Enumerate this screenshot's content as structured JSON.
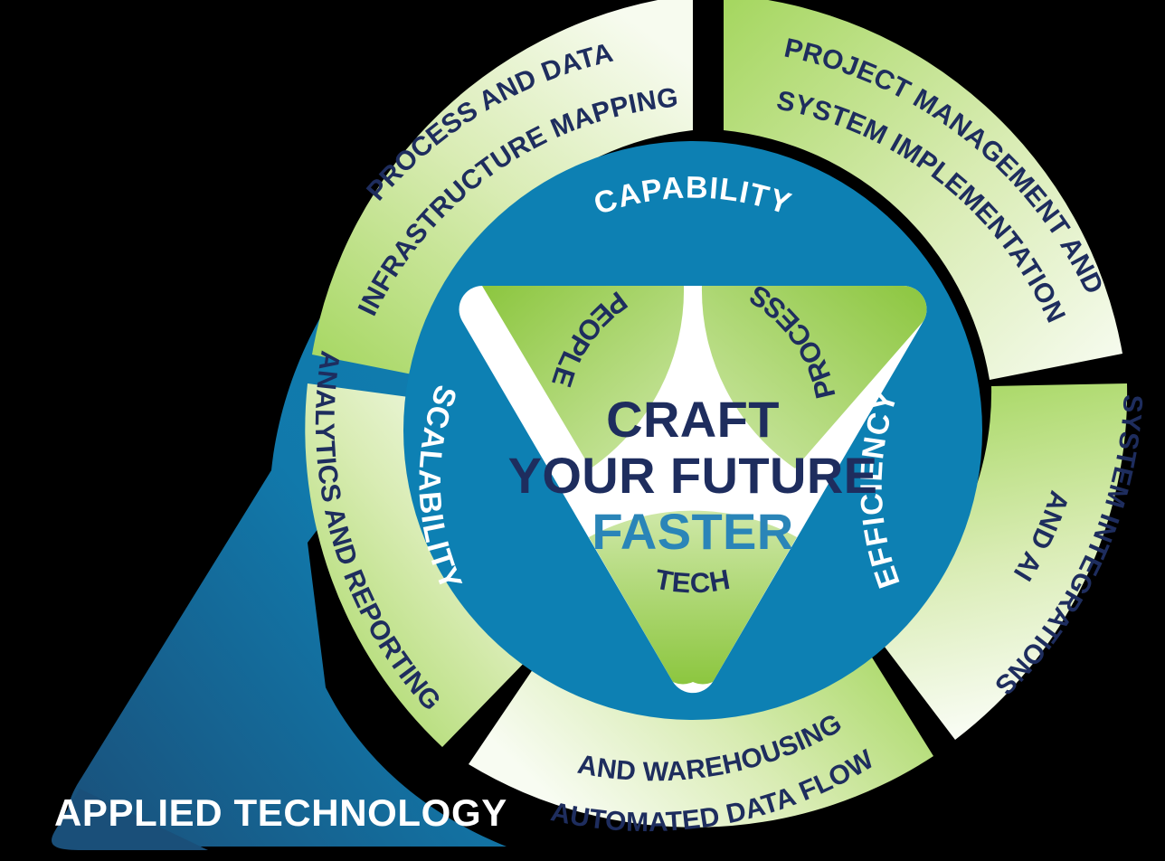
{
  "colors": {
    "background": "#000000",
    "green": "#a4d65e",
    "green_light": "#f2f8e6",
    "green_mid": "#c6e394",
    "blue": "#0d80b3",
    "blue_dark": "#15567f",
    "navy": "#1e2d5e",
    "teal": "#2a85b8",
    "white": "#ffffff"
  },
  "brand": {
    "label": "APPLIED TECHNOLOGY"
  },
  "outer_ring": {
    "segments": [
      {
        "id": "process-and-data-infrastructure-mapping",
        "lines": [
          "PROCESS AND DATA",
          "INFRASTRUCTURE MAPPING"
        ]
      },
      {
        "id": "project-management-and-system-implementation",
        "lines": [
          "PROJECT MANAGEMENT AND",
          "SYSTEM IMPLEMENTATION"
        ]
      },
      {
        "id": "system-integrations-and-ai",
        "lines": [
          "SYSTEM INTEGRATIONS",
          "AND AI"
        ]
      },
      {
        "id": "automated-data-flow-and-warehousing",
        "lines": [
          "AUTOMATED DATA FLOW",
          "AND WAREHOUSING"
        ]
      },
      {
        "id": "analytics-and-reporting",
        "lines": [
          "ANALYTICS AND REPORTING"
        ]
      }
    ]
  },
  "blue_ring": {
    "labels": [
      {
        "id": "capability",
        "text": "CAPABILITY"
      },
      {
        "id": "efficiency",
        "text": "EFFICIENCY"
      },
      {
        "id": "scalability",
        "text": "SCALABILITY"
      }
    ]
  },
  "triangle": {
    "corners": [
      {
        "id": "people",
        "text": "PEOPLE"
      },
      {
        "id": "process",
        "text": "PROCESS"
      },
      {
        "id": "tech",
        "text": "TECH"
      }
    ]
  },
  "center": {
    "line1": "CRAFT",
    "line2": "YOUR FUTURE",
    "line3": "FASTER"
  }
}
